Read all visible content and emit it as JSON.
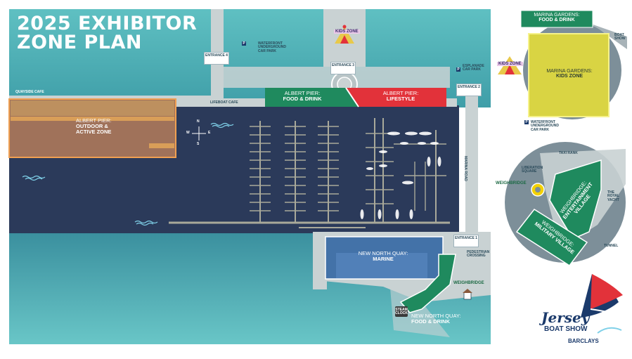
{
  "title": {
    "line1": "2025 EXHIBITOR",
    "line2": "ZONE PLAN"
  },
  "colors": {
    "sea_light": "#62c3c4",
    "sea_dark": "#2b3a5a",
    "quay": "#c9d2d3",
    "orange_zone": "#f0a052",
    "green_zone": "#1f8a5e",
    "red_zone": "#e2323a",
    "blue_zone": "#4372a8",
    "yellow_zone": "#d9d443",
    "inset_grey": "#7d8f99"
  },
  "zones": {
    "albert_outdoor": {
      "line1": "ALBERT PIER:",
      "line2": "OUTDOOR &",
      "line3": "ACTIVE ZONE"
    },
    "albert_food": {
      "line1": "ALBERT PIER:",
      "line2": "FOOD & DRINK"
    },
    "albert_lifestyle": {
      "line1": "ALBERT PIER:",
      "line2": "LIFESTYLE"
    },
    "nnq_marine": {
      "line1": "NEW NORTH QUAY:",
      "line2": "MARINE"
    },
    "nnq_food": {
      "line1": "NEW NORTH QUAY:",
      "line2": "FOOD & DRINK"
    },
    "kids_zone": "KIDS ZONE"
  },
  "labels": {
    "quayside_cafe": "QUAYSIDE CAFE",
    "lifeboat_cafe": "LIFEBOAT CAFE",
    "waterfront_parking": {
      "line1": "WATERFRONT",
      "line2": "UNDERGROUND",
      "line3": "CAR PARK"
    },
    "esplanade_parking": {
      "line1": "ESPLANADE",
      "line2": "CAR PARK"
    },
    "pedestrian_crossing": {
      "line1": "PEDESTRIAN",
      "line2": "CROSSING"
    },
    "steam_clock": {
      "line1": "STEAM",
      "line2": "CLOCK"
    },
    "weighbridge": "WEIGHBRIDGE",
    "marina_road": "MARINA ROAD",
    "compass": {
      "n": "N",
      "s": "S",
      "e": "E",
      "w": "W"
    }
  },
  "entrances": [
    "ENTRANCE 1",
    "ENTRANCE 2",
    "ENTRANCE 3",
    "ENTRANCE 4"
  ],
  "inset_marina": {
    "banner_line1": "MARINA GARDENS:",
    "banner_line2": "FOOD & DRINK",
    "kids_line1": "MARINA GARDENS:",
    "kids_line2": "KIDS ZONE",
    "boat_show": {
      "line1": "BOAT",
      "line2": "SHOW"
    },
    "parking": {
      "line1": "WATERFRONT",
      "line2": "UNDERGROUND",
      "line3": "CAR PARK"
    }
  },
  "inset_weighbridge": {
    "taxi_rank": "TAXI RANK",
    "liberation_square": {
      "line1": "LIBERATION",
      "line2": "SQUARE"
    },
    "royal_yacht": {
      "line1": "THE",
      "line2": "ROYAL",
      "line3": "YACHT"
    },
    "tunnel": "TUNNEL",
    "weighbridge_sign": "WEIGHBRIDGE",
    "entertainment": {
      "line1": "WEIGHBRIDGE:",
      "line2": "ENTERTAINMENT",
      "line3": "VILLAGE"
    },
    "military": {
      "line1": "WEIGHBRIDGE:",
      "line2": "MILITARY VILLAGE"
    }
  },
  "logo": {
    "line1": "Jersey",
    "line2": "BOAT SHOW",
    "sponsor": "BARCLAYS"
  }
}
